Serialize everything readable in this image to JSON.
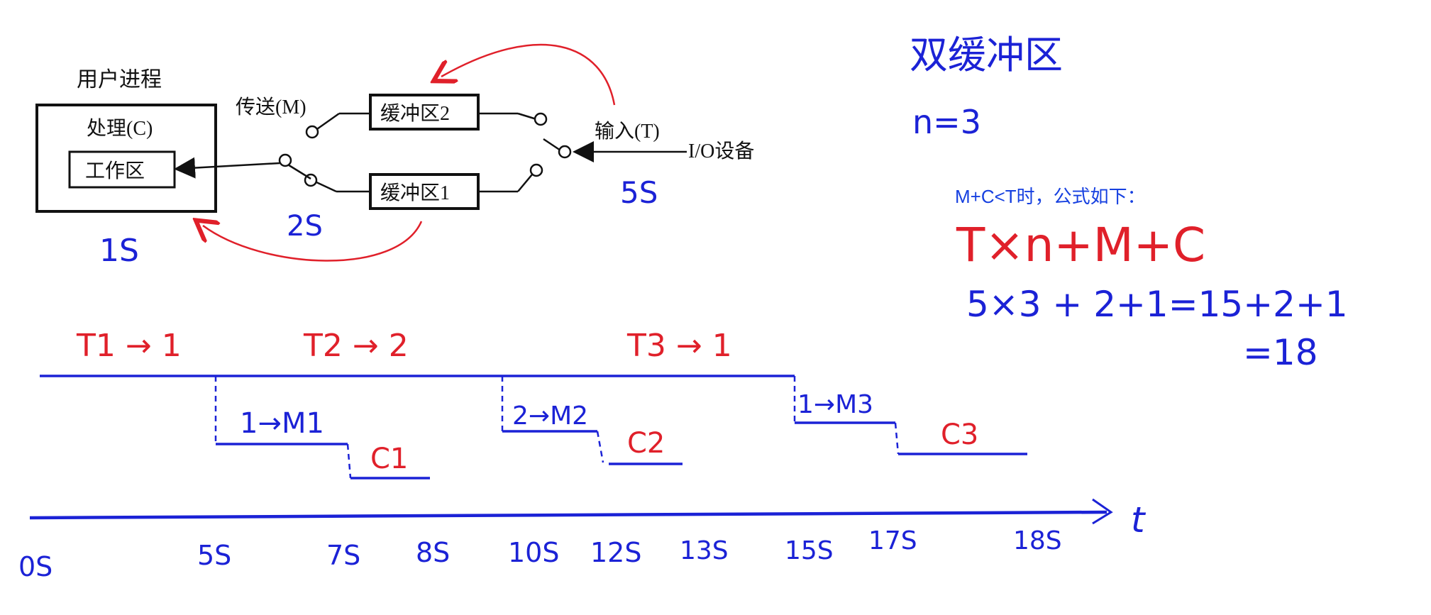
{
  "diagram": {
    "title": "用户进程",
    "process_box": {
      "label": "处理(C)",
      "work_area": "工作区"
    },
    "buffers": [
      "缓冲区2",
      "缓冲区1"
    ],
    "transfer_label": "传送(M)",
    "input_label": "输入(T)",
    "device_label": "I/O设备"
  },
  "annotations": {
    "c_time": "1S",
    "m_time": "2S",
    "t_time": "5S",
    "heading": "双缓冲区",
    "n_value": "n=3",
    "formula_condition": "M+C<T时，公式如下：",
    "formula": "T×n+M+C",
    "calc_line1": "5×3 + 2+1=15+2+1",
    "calc_line2": "=18"
  },
  "timeline": {
    "input_labels": [
      "T1 → 1",
      "T2 → 2",
      "T3 → 1"
    ],
    "transfer_labels": [
      "1→M1",
      "2→M2",
      "1→M3"
    ],
    "process_labels": [
      "C1",
      "C2",
      "C3"
    ],
    "axis_label": "t",
    "ticks": [
      "0S",
      "5S",
      "7S",
      "8S",
      "10S",
      "12S",
      "13S",
      "15S",
      "17S",
      "18S"
    ]
  },
  "colors": {
    "blue_ink": "#1b22d6",
    "red_ink": "#e0202a",
    "print": "#111111"
  }
}
